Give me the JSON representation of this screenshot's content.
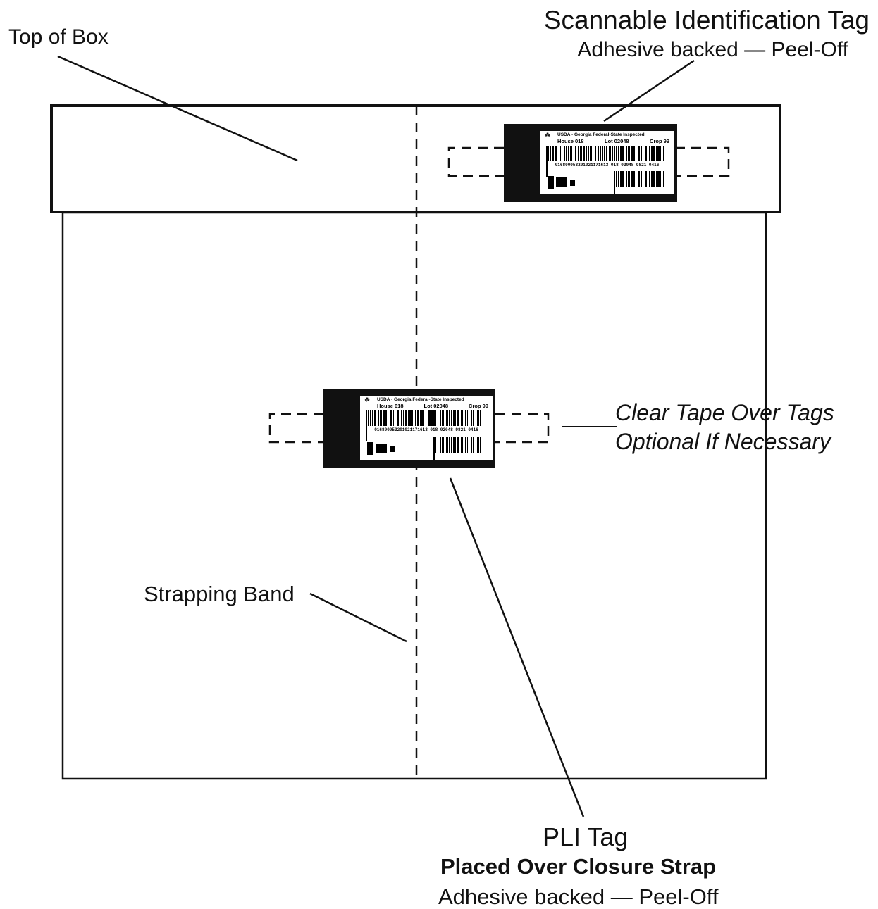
{
  "labels": {
    "top_of_box": "Top of Box",
    "scannable_tag_title": "Scannable Identification Tag",
    "scannable_tag_subtitle": "Adhesive backed — Peel-Off",
    "clear_tape_line1": "Clear Tape Over Tags",
    "clear_tape_line2": "Optional If Necessary",
    "strapping_band": "Strapping Band",
    "pli_tag_title": "PLI Tag",
    "pli_tag_subtitle": "Placed Over Closure Strap",
    "pli_tag_subtitle2": "Adhesive backed — Peel-Off"
  },
  "tag": {
    "header": "USDA - Georgia Federal-State Inspected",
    "house": "House 018",
    "lot": "Lot 02048",
    "crop": "Crop 99",
    "barcode_number": "016800053201021171613 018 02048 9821 0416"
  },
  "colors": {
    "ink": "#111111",
    "paper": "#ffffff"
  }
}
